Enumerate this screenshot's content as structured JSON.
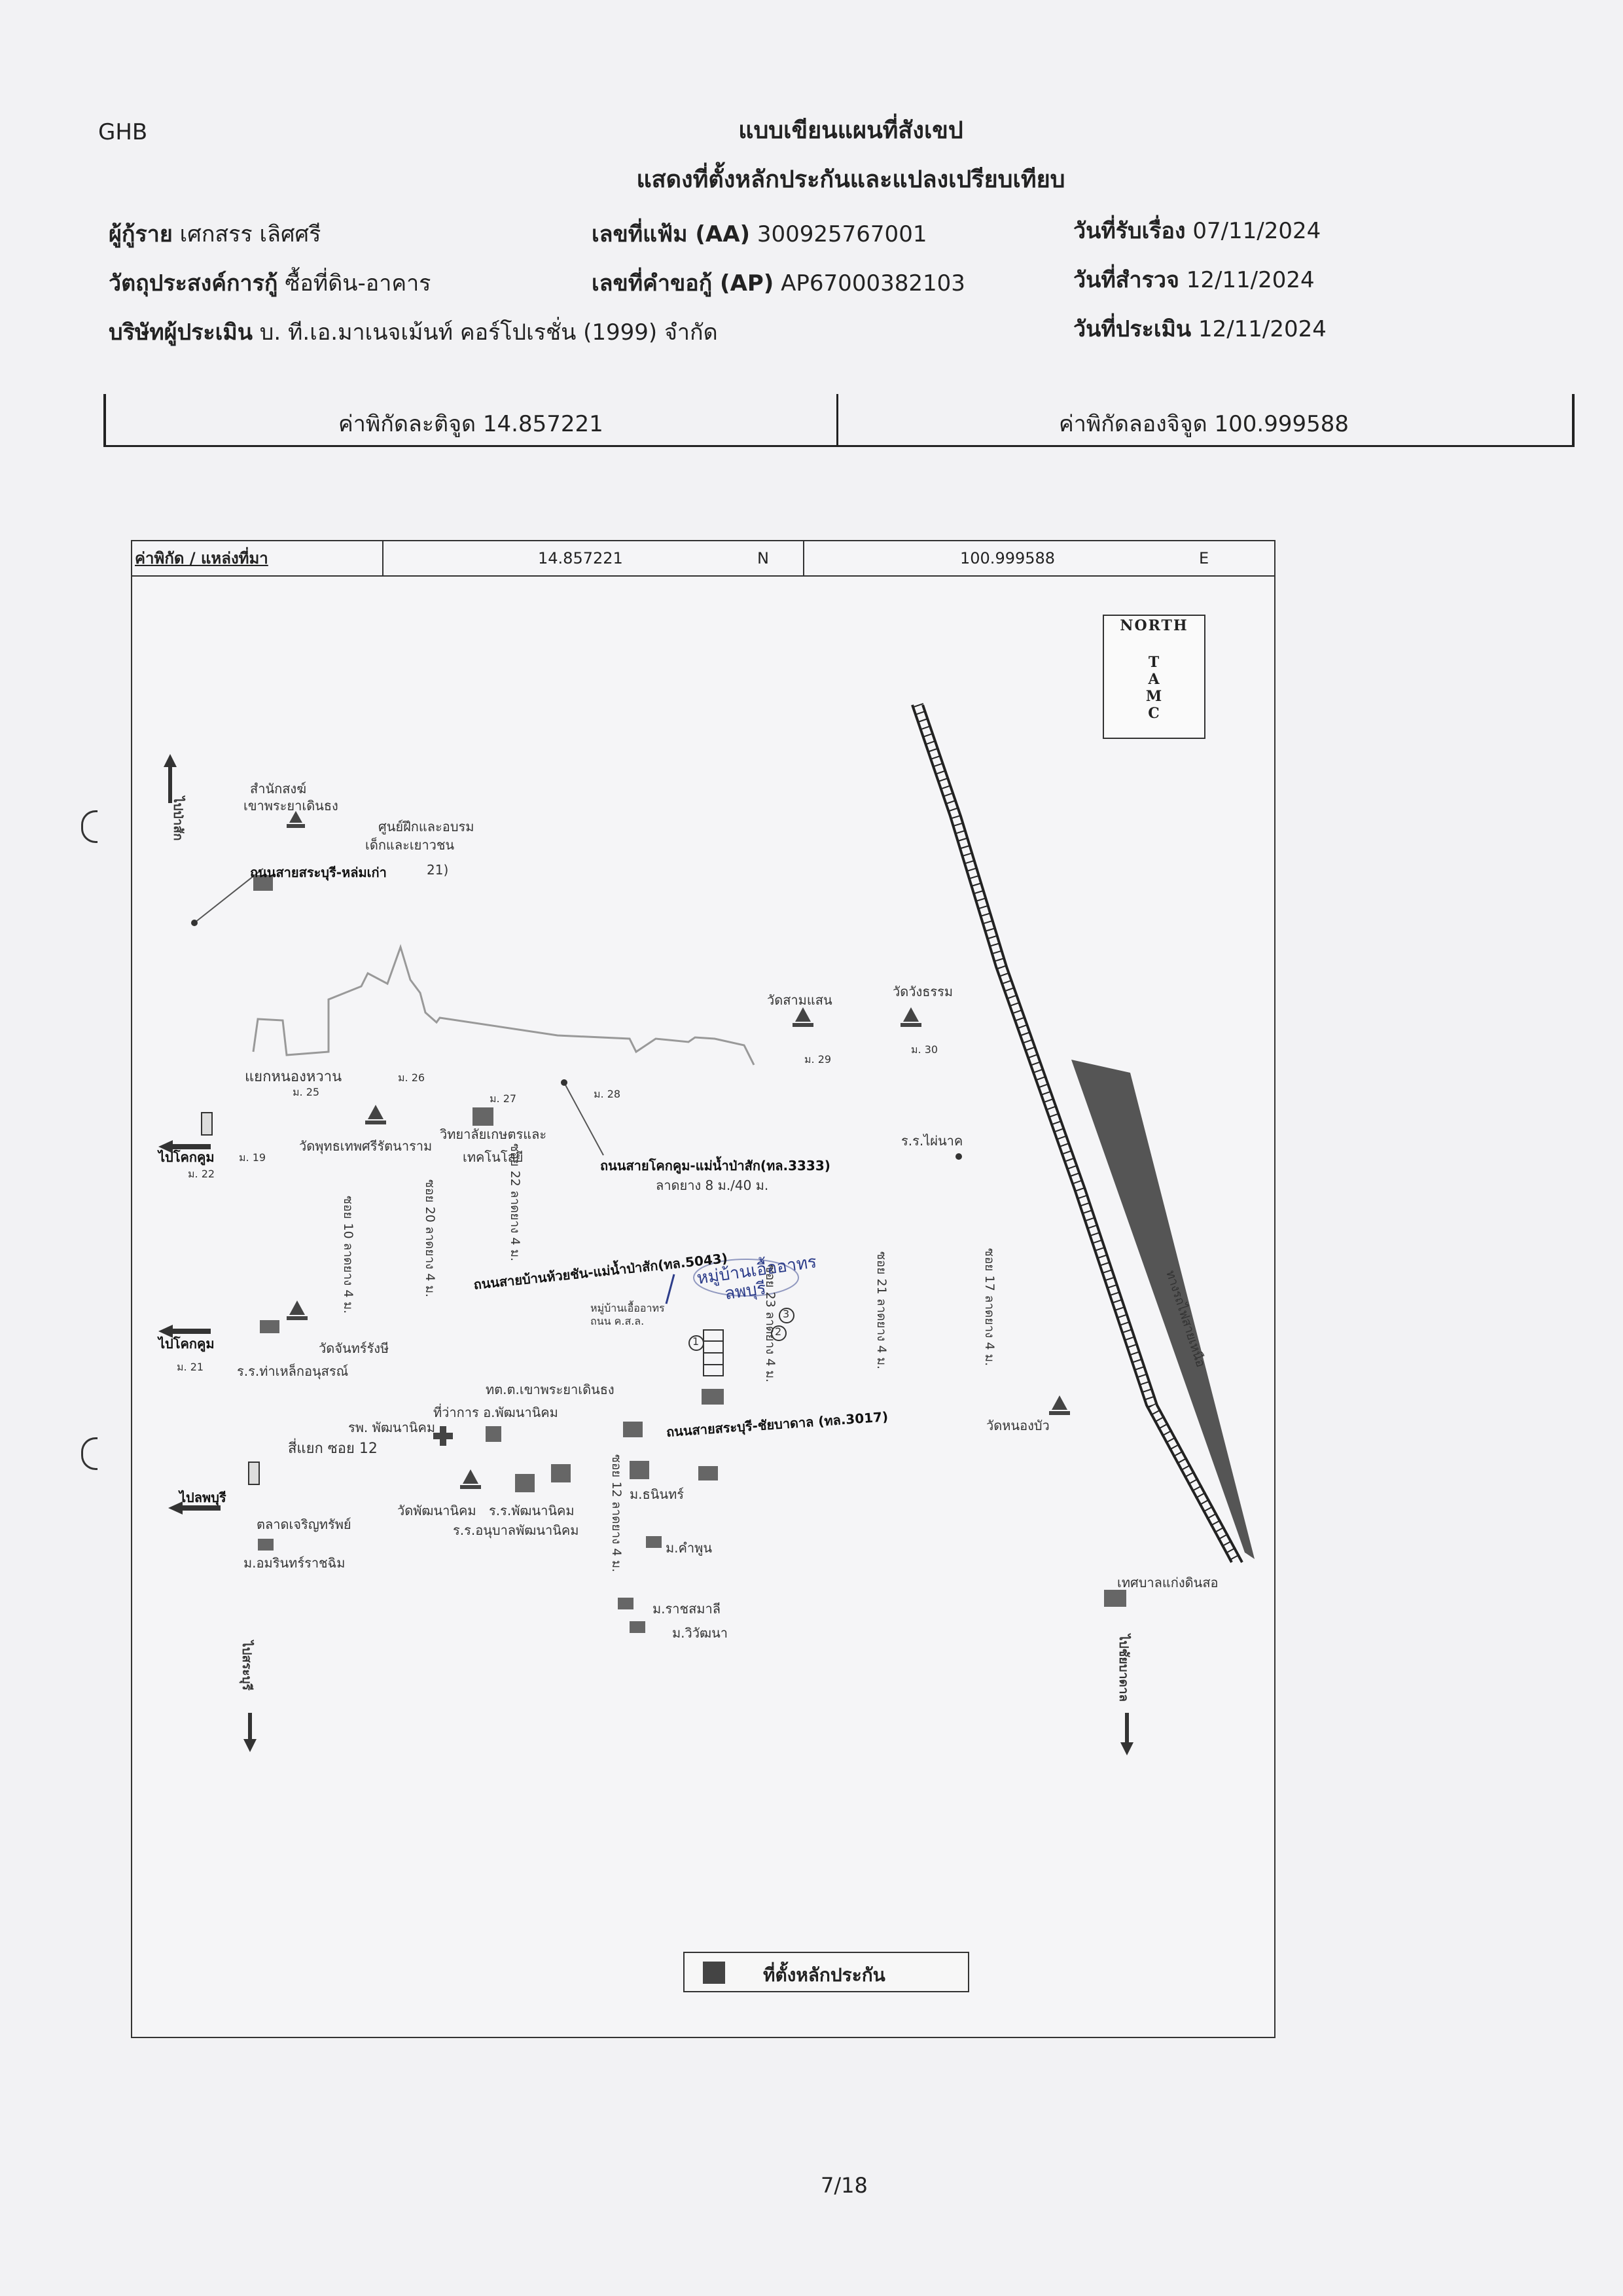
{
  "header": {
    "org": "GHB",
    "title_line1": "แบบเขียนแผนที่สังเขป",
    "title_line2": "แสดงที่ตั้งหลักประกันและแปลงเปรียบเทียบ",
    "borrower_label": "ผู้กู้ราย",
    "borrower_value": "เศกสรร เลิศศรี",
    "purpose_label": "วัตถุประสงค์การกู้",
    "purpose_value": "ซื้อที่ดิน-อาคาร",
    "appraiser_label": "บริษัทผู้ประเมิน",
    "appraiser_value": "บ. ที.เอ.มาเนจเม้นท์ คอร์โปเรชั่น (1999) จำกัด",
    "file_no_label": "เลขที่แฟ้ม (AA)",
    "file_no_value": "300925767001",
    "request_no_label": "เลขที่คำขอกู้ (AP)",
    "request_no_value": "AP67000382103",
    "received_label": "วันที่รับเรื่อง",
    "received_value": "07/11/2024",
    "survey_label": "วันที่สำรวจ",
    "survey_value": "12/11/2024",
    "appraise_label": "วันที่ประเมิน",
    "appraise_value": "12/11/2024"
  },
  "coordinates": {
    "lat_text": "ค่าพิกัดละติจูด 14.857221",
    "lon_text": "ค่าพิกัดลองจิจูด 100.999588"
  },
  "map": {
    "top_bar": {
      "label": "ค่าพิกัด / แหล่งที่มา",
      "lat": "14.857221",
      "lat_dir": "N",
      "lon": "100.999588",
      "lon_dir": "E"
    },
    "north": {
      "word": "NORTH",
      "letters": [
        "T",
        "A",
        "M",
        "C"
      ]
    },
    "labels": {
      "office": "สำนักสงฆ์",
      "office2": "เขาพระยาเดินธง",
      "center1": "ศูนย์ฝึกและอบรม",
      "center2": "เด็กและเยาวชน",
      "road_sbr": "ถนนสายสระบุรี-หล่มเก่า",
      "road_sbr_no": "21)",
      "to_pasak": "ไปป่าสัก",
      "yaek": "แยกหนองหวาน",
      "m25": "ม. 25",
      "m26": "ม. 26",
      "m27": "ม. 27",
      "m28": "ม. 28",
      "m22": "ม. 22",
      "m19": "ม. 19",
      "to_khokkum1": "ไปโคกคูม",
      "wat_buddha": "วัดพุทธเทพศรีรัตนาราม",
      "college1": "วิทยาลัยเกษตรและ",
      "college2": "เทคโนโลยี",
      "road_3333": "ถนนสายโคกคูม-แม่น้ำป่าสัก(ทล.3333)",
      "road_3333_w": "ลาดยาง 8 ม./40 ม.",
      "wat_kham": "วัดสามแสน",
      "wat_wong": "วัดวังธรรม",
      "m29": "ม. 29",
      "m30": "ม. 30",
      "school_nak": "ร.ร.ไผ่นาค",
      "road_5043": "ถนนสายบ้านห้วยชัน-แม่น้ำป่าสัก(ทล.5043)",
      "subject_hw1": "หมู่บ้านเอื้ออาทร",
      "subject_hw2": "ลพบุรี",
      "subject_proj": "หมู่บ้านเอื้ออาทร",
      "subject_road": "ถนน ค.ส.ล.",
      "rail": "ทางรถไฟสายเหนือ",
      "to_khokkum2": "ไปโคกคูม",
      "m21": "ม. 21",
      "wat_chan": "วัดจันทร์รังษี",
      "school_chan": "ร.ร.ท่าเหล็กอนุสรณ์",
      "district_office": "ทต.ต.เขาพระยาเดินธง",
      "district_hall": "ที่ว่าการ อ.พัฒนานิคม",
      "hospital": "รพ. พัฒนานิคม",
      "road_sbr_ch": "ถนนสายสระบุรี-ชัยบาดาล (ทล.3017)",
      "intersection": "สี่แยก ซอย 12",
      "to_lopburi": "ไปลพบุรี",
      "market": "ตลาดเจริญทรัพย์",
      "wat_phat": "วัดพัฒนานิคม",
      "school_phat": "ร.ร.พัฒนานิคม",
      "school_anuban": "ร.ร.อนุบาลพัฒนานิคม",
      "wat_nong": "วัดหนองบัว",
      "m_amarin": "ม.อมรินทร์ราชฉิม",
      "m_thanin": "ม.ธนินทร์",
      "m_kham": "ม.คำพูน",
      "m_rat": "ม.ราชสมาลี",
      "m_wiwat": "ม.วิวัฒนา",
      "tessaban": "เทศบาลแก่งดินสอ",
      "to_saraburi": "ไปสระบุรี",
      "to_chaiyabadan": "ไปชัยบาดาล",
      "soi_a": "ซอย 10 ลาดยาง 4 ม.",
      "soi_b": "ซอย 20 ลาดยาง 4 ม.",
      "soi_c": "ซอย 22 ลาดยาง 4 ม.",
      "soi_d": "ซอย 23 ลาดยาง 4 ม.",
      "soi_e": "ซอย 21 ลาดยาง 4 ม.",
      "soi_f": "ซอย 17 ลาดยาง 4 ม.",
      "soi_g": "ซอย 12 ลาดยาง 4 ม.",
      "circle1": "1",
      "circle2": "2",
      "circle3": "3"
    },
    "legend_label": "ที่ตั้งหลักประกัน",
    "colors": {
      "collateral": "#555555",
      "ink": "#2d3d8a",
      "rail": "#222222"
    }
  },
  "page": {
    "number": "7/18"
  }
}
